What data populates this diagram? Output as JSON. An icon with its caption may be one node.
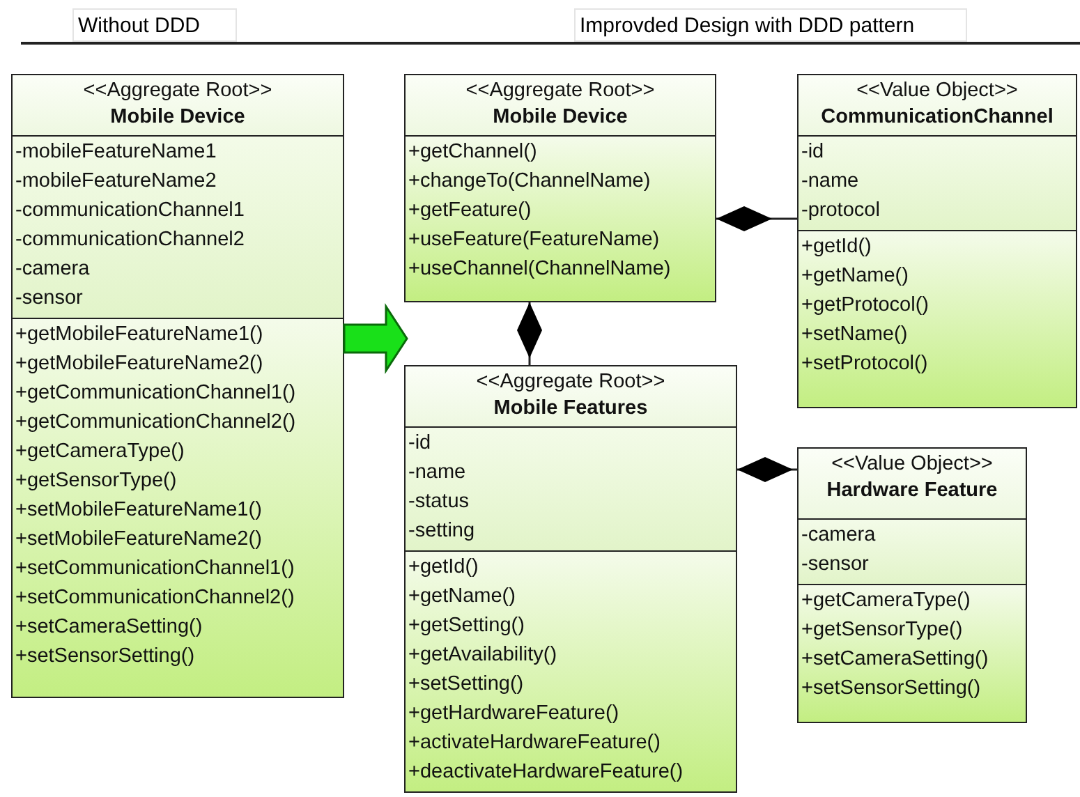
{
  "diagram": {
    "nodes": [
      {
        "text": [
          "<<Aggregate Root>>",
          "Mobile Device",
          "-mobileFeatureName1",
          "-mobileFeatureName2",
          "-communicationChannel1",
          "-communicationChannel2",
          "-camera",
          "-sensor",
          "+getMobileFeatureName1()",
          "+getMobileFeatureName2()",
          "+getCommunicationChannel1()",
          "+getCommunicationChannel2()",
          "+getCameraType()",
          "+getSensorType()",
          "+setMobileFeatureName1()",
          "+setMobileFeatureName2()",
          "+setCommunicationChannel1()",
          "+setCommunicationChannel2()",
          "+setCameraSetting()",
          "+setSensorSetting()"
        ]
      },
      {
        "text": [
          "<<Aggregate Root>>",
          "Mobile Device",
          "+getChannel()",
          "+changeTo(ChannelName)",
          "+getFeature()",
          "+useFeature(FeatureName)",
          "+useChannel(ChannelName)"
        ]
      },
      {
        "text": [
          "<<Value Object>>",
          "CommunicationChannel",
          "-id",
          "-name",
          "-protocol",
          "+getId()",
          "+getName()",
          "+getProtocol()",
          "+setName()",
          "+setProtocol()"
        ]
      },
      {
        "text": [
          "<<Aggregate Root>>",
          "Mobile Features",
          "-id",
          "-name",
          "-status",
          "-setting",
          "+getId()",
          "+getName()",
          "+getSetting()",
          "+getAvailability()",
          "+setSetting()",
          "+getHardwareFeature()",
          "+activateHardwareFeature()",
          "+deactivateHardwareFeature()"
        ]
      },
      {
        "text": [
          "<<Value Object>>",
          "Hardware Feature",
          "-camera",
          "-sensor",
          "+getCameraType()",
          "+getSensorType()",
          "+setCameraSetting()",
          "+setSensorSetting()"
        ]
      }
    ],
    "edges": [
      {
        "from": 2,
        "to": 1,
        "arrow": "other"
      },
      {
        "from": 3,
        "to": 1,
        "arrow": "other"
      },
      {
        "from": 4,
        "to": 3,
        "arrow": "other"
      },
      {
        "from": 0,
        "to": null,
        "arrow": "to",
        "style": "thick",
        "color": "#19e019"
      }
    ],
    "labels": [
      "Without DDD",
      "Improvded Design with DDD pattern"
    ]
  }
}
